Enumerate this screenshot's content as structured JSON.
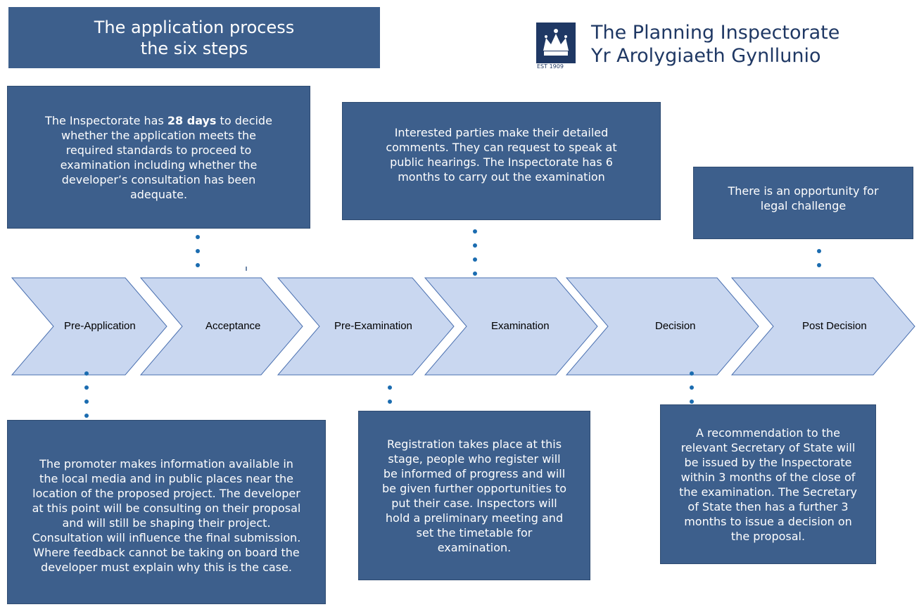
{
  "title": {
    "line1": "The application process",
    "line2": "the six steps"
  },
  "logo": {
    "line1": "The Planning Inspectorate",
    "line2": "Yr Arolygiaeth Gynllunio",
    "est": "EST 1909"
  },
  "steps": [
    {
      "label": "Pre-Application"
    },
    {
      "label": "Acceptance"
    },
    {
      "label": "Pre-Examination"
    },
    {
      "label": "Examination"
    },
    {
      "label": "Decision"
    },
    {
      "label": "Post Decision"
    }
  ],
  "notes": {
    "acceptance_pre": "The Inspectorate has ",
    "acceptance_bold": "28 days",
    "acceptance_post": " to decide whether the application meets the required standards to proceed to examination including whether the developer’s consultation has been adequate.",
    "examination": "Interested parties make their detailed comments.  They can request to speak at public hearings.  The Inspectorate has 6 months to carry out the examination",
    "post_decision": "There is an opportunity for legal challenge",
    "pre_application": "The promoter makes information available in the local media and in public places near the location of the proposed project.  The developer at this point will be consulting on their proposal and will still be shaping their project. Consultation will influence the final submission.  Where feedback cannot be taking on board the developer must explain why this is the case.",
    "pre_examination": "Registration takes place at this stage, people who register will be informed of progress and will be given further opportunities to put their case. Inspectors will hold a preliminary meeting and set the timetable for examination.",
    "decision": "A recommendation to the relevant Secretary of State will be issued by the Inspectorate within 3 months of the close of the examination. The Secretary of State then has a further 3 months to issue a decision on the proposal."
  },
  "colors": {
    "box": "#3d5f8c",
    "chevron_fill": "#c9d7f0",
    "chevron_stroke": "#4a70b0",
    "dots": "#1b6cb0"
  }
}
